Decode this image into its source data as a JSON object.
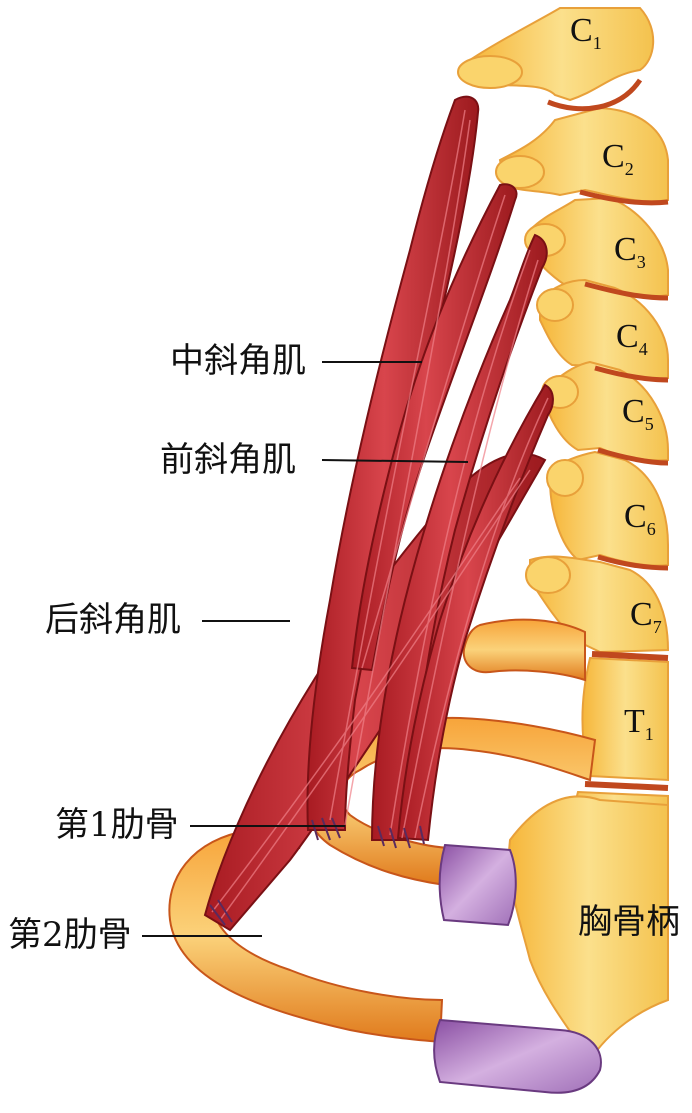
{
  "colors": {
    "bone": "#f9c94a",
    "bone_light": "#fbe39a",
    "bone_shadow": "#e8942a",
    "rib": "#f08a1e",
    "rib_dark": "#c8561a",
    "muscle": "#c8262c",
    "muscle_dark": "#8e1418",
    "muscle_light": "#e2646a",
    "cartilage": "#9f6bb2",
    "cartilage_light": "#d6b2e0",
    "disc": "#c0481e"
  },
  "labels": {
    "middle_scalene": "中斜角肌",
    "anterior_scalene": "前斜角肌",
    "posterior_scalene": "后斜角肌",
    "first_rib": "第1肋骨",
    "second_rib": "第2肋骨",
    "manubrium": "胸骨柄"
  },
  "vertebrae": [
    {
      "letter": "C",
      "num": "1"
    },
    {
      "letter": "C",
      "num": "2"
    },
    {
      "letter": "C",
      "num": "3"
    },
    {
      "letter": "C",
      "num": "4"
    },
    {
      "letter": "C",
      "num": "5"
    },
    {
      "letter": "C",
      "num": "6"
    },
    {
      "letter": "C",
      "num": "7"
    },
    {
      "letter": "T",
      "num": "1"
    }
  ]
}
